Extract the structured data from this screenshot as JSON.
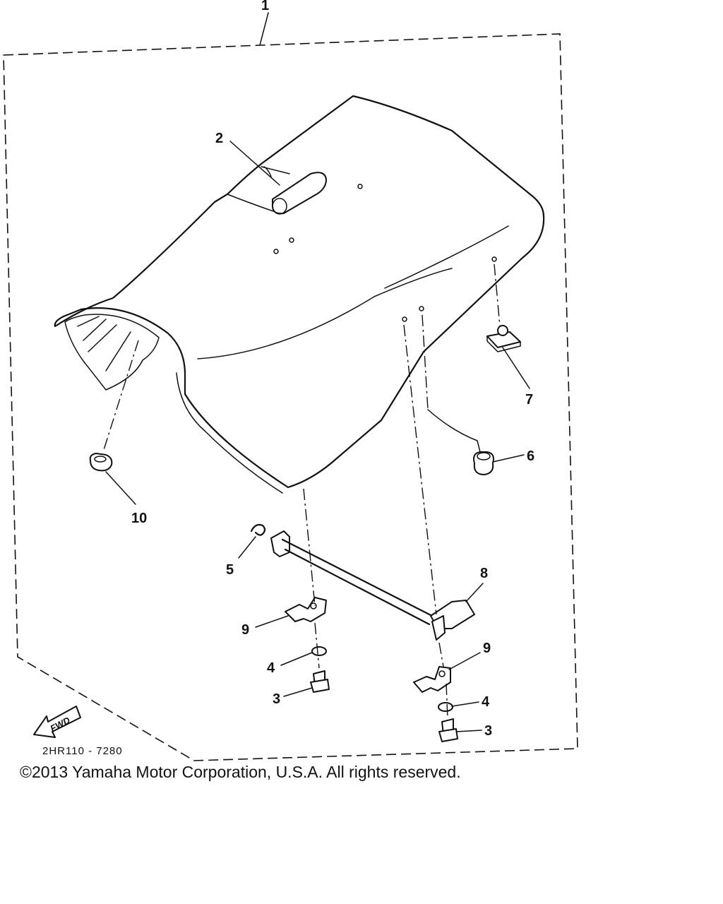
{
  "callouts": {
    "c1": "1",
    "c2": "2",
    "c3a": "3",
    "c3b": "3",
    "c4a": "4",
    "c4b": "4",
    "c5": "5",
    "c6": "6",
    "c7": "7",
    "c8": "8",
    "c9a": "9",
    "c9b": "9",
    "c10": "10"
  },
  "fwd_label": "FWD",
  "drawing_code": "2HR110 - 7280",
  "copyright": "©2013 Yamaha Motor Corporation, U.S.A. All rights reserved."
}
